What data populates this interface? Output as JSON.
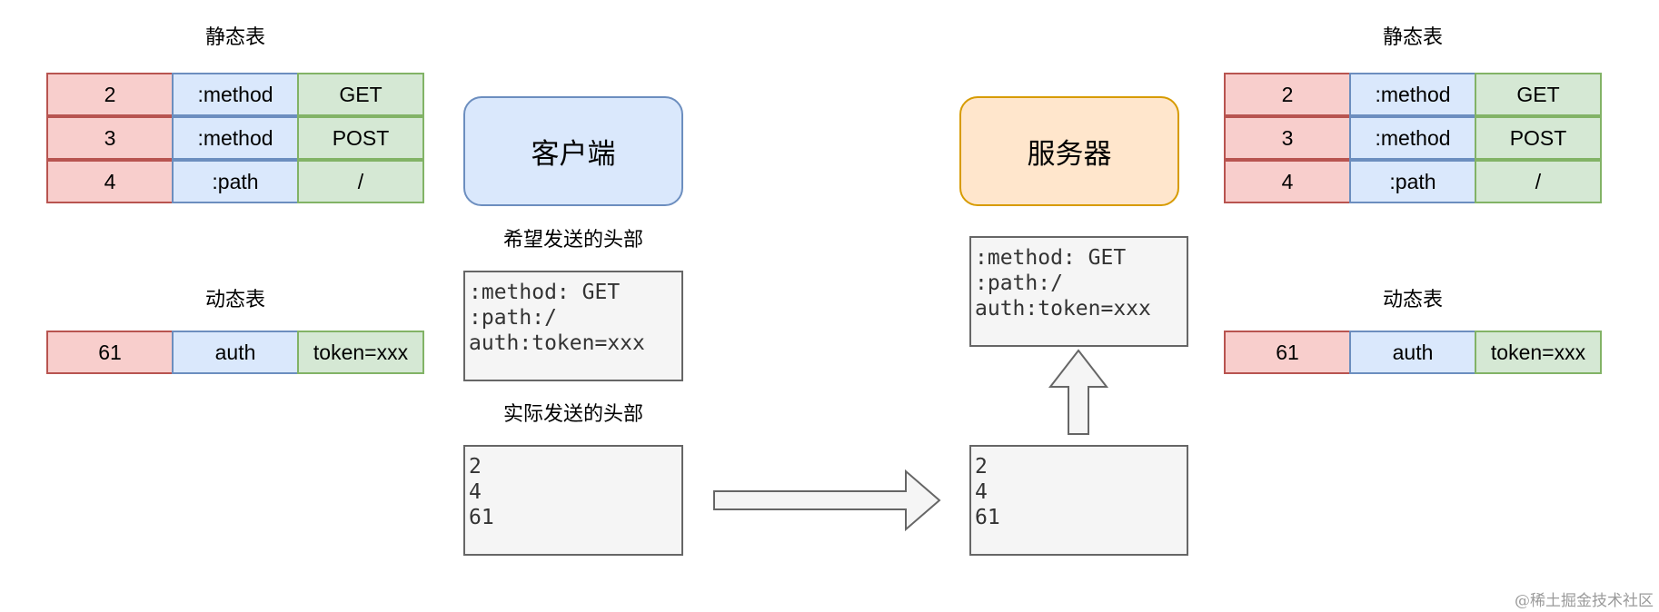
{
  "left_panel": {
    "static_table": {
      "title": "静态表",
      "rows": [
        {
          "index": "2",
          "name": ":method",
          "value": "GET"
        },
        {
          "index": "3",
          "name": ":method",
          "value": "POST"
        },
        {
          "index": "4",
          "name": ":path",
          "value": "/"
        }
      ]
    },
    "dynamic_table": {
      "title": "动态表",
      "rows": [
        {
          "index": "61",
          "name": "auth",
          "value": "token=xxx"
        }
      ]
    }
  },
  "client": {
    "label": "客户端",
    "desired_caption": "希望发送的头部",
    "desired_headers": ":method: GET\n:path:/\nauth:token=xxx",
    "actual_caption": "实际发送的头部",
    "actual_headers": "2\n4\n61"
  },
  "server": {
    "label": "服务器",
    "received_indices": "2\n4\n61",
    "decoded_headers": ":method: GET\n:path:/\nauth:token=xxx"
  },
  "right_panel": {
    "static_table": {
      "title": "静态表",
      "rows": [
        {
          "index": "2",
          "name": ":method",
          "value": "GET"
        },
        {
          "index": "3",
          "name": ":method",
          "value": "POST"
        },
        {
          "index": "4",
          "name": ":path",
          "value": "/"
        }
      ]
    },
    "dynamic_table": {
      "title": "动态表",
      "rows": [
        {
          "index": "61",
          "name": "auth",
          "value": "token=xxx"
        }
      ]
    }
  },
  "colors": {
    "index_fill": "#f8cecc",
    "index_stroke": "#b85450",
    "name_fill": "#dae8fc",
    "name_stroke": "#6c8ebf",
    "value_fill": "#d5e8d4",
    "value_stroke": "#82b366",
    "client_fill": "#dae8fc",
    "server_fill": "#ffe6cc",
    "arrow_fill": "#f5f5f5",
    "arrow_stroke": "#666666"
  },
  "watermark": "@稀土掘金技术社区"
}
